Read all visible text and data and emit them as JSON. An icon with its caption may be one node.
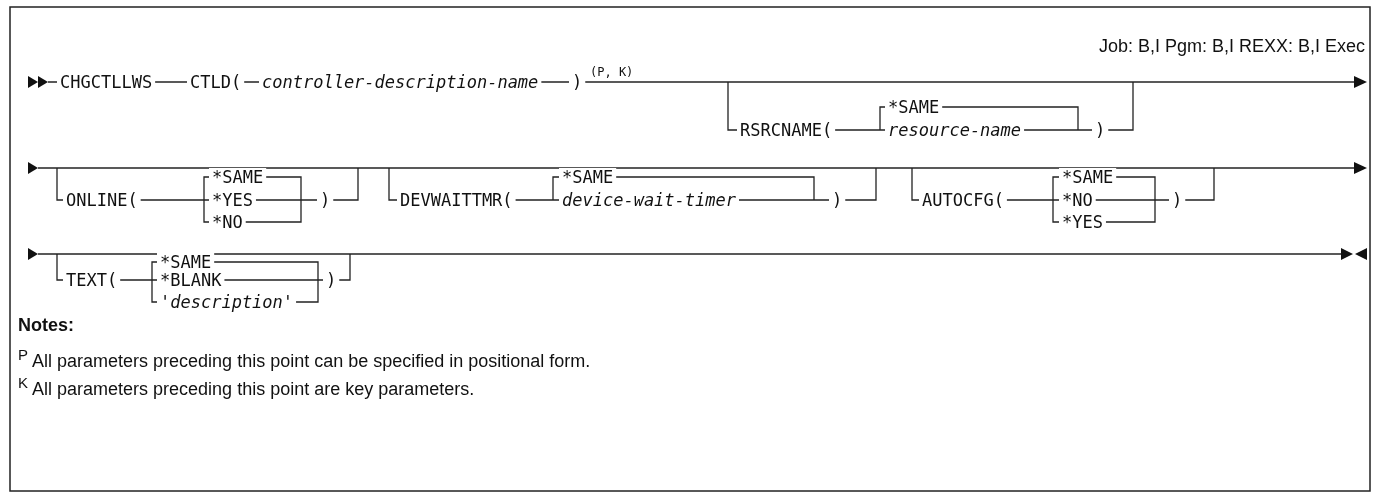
{
  "diagram": {
    "labels": [
      "Job: B,I  Pgm: B,I  REXX: B,I  Exec",
      "CHGCTLLWS",
      "CTLD(",
      "controller-description-name",
      ")",
      "(P, K)",
      "RSRCNAME(",
      "*SAME",
      "resource-name",
      ")",
      "ONLINE(",
      "*SAME",
      "*YES",
      "*NO",
      ")",
      "DEVWAITTMR(",
      "*SAME",
      "device-wait-timer",
      ")",
      "AUTOCFG(",
      "*SAME",
      "*NO",
      "*YES",
      ")",
      "TEXT(",
      "*SAME",
      "*BLANK",
      "'description'",
      ")",
      "Notes:",
      "$^{P}$ All parameters preceding this point can be specified in positional form.",
      "$^{K}$ All parameters preceding this point are key parameters."
    ]
  }
}
